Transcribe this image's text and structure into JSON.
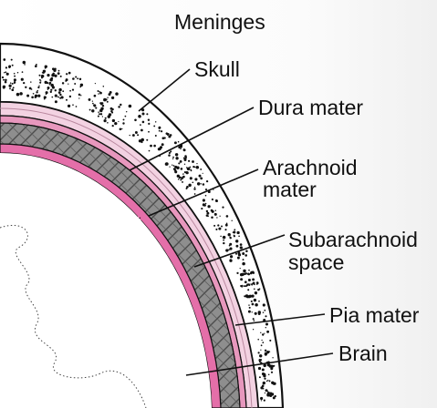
{
  "diagram": {
    "title": "Meninges",
    "labels": {
      "skull": "Skull",
      "dura_mater": "Dura mater",
      "arachnoid_1": "Arachnoid",
      "arachnoid_2": "mater",
      "subarachnoid_1": "Subarachnoid",
      "subarachnoid_2": "space",
      "pia_mater": "Pia mater",
      "brain": "Brain"
    }
  },
  "colors": {
    "skull": "#ffffff",
    "dura": "#f3d2e2",
    "dura_outer": "#e8b7cf",
    "arachnoid": "#e797bd",
    "subarachnoid": "#8e8e8e",
    "pia": "#e46fa9",
    "brain": "#ffffff",
    "outline": "#111111"
  }
}
